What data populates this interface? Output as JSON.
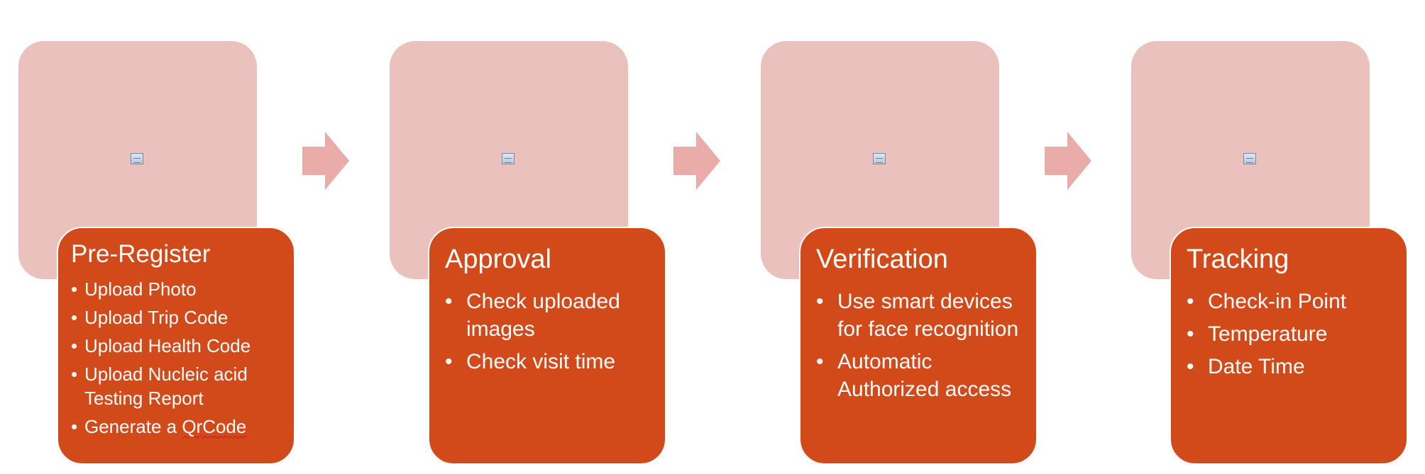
{
  "steps": [
    {
      "title": "Pre-Register",
      "items": [
        "Upload Photo",
        "Upload Trip Code",
        "Upload Health Code",
        "Upload Nucleic acid Testing Report",
        "Generate a QrCode"
      ],
      "item_4_lines": [
        "Upload Nucleic acid",
        "Testing Report"
      ],
      "item_5_parts": [
        "Generate a ",
        "QrCode"
      ]
    },
    {
      "title": "Approval",
      "items": [
        "Check uploaded images",
        "Check visit time"
      ]
    },
    {
      "title": "Verification",
      "items": [
        "Use smart devices for face recognition",
        "Automatic Authorized access"
      ]
    },
    {
      "title": "Tracking",
      "items": [
        "Check-in Point",
        "Temperature",
        "Date Time"
      ]
    }
  ],
  "colors": {
    "back_card": "#ebc1bd",
    "front_card": "#d24a1a",
    "arrow": "#e9aca8",
    "text": "#ffffff"
  },
  "icons": {
    "placeholder": "image-placeholder-icon",
    "connector": "right-arrow-icon"
  }
}
